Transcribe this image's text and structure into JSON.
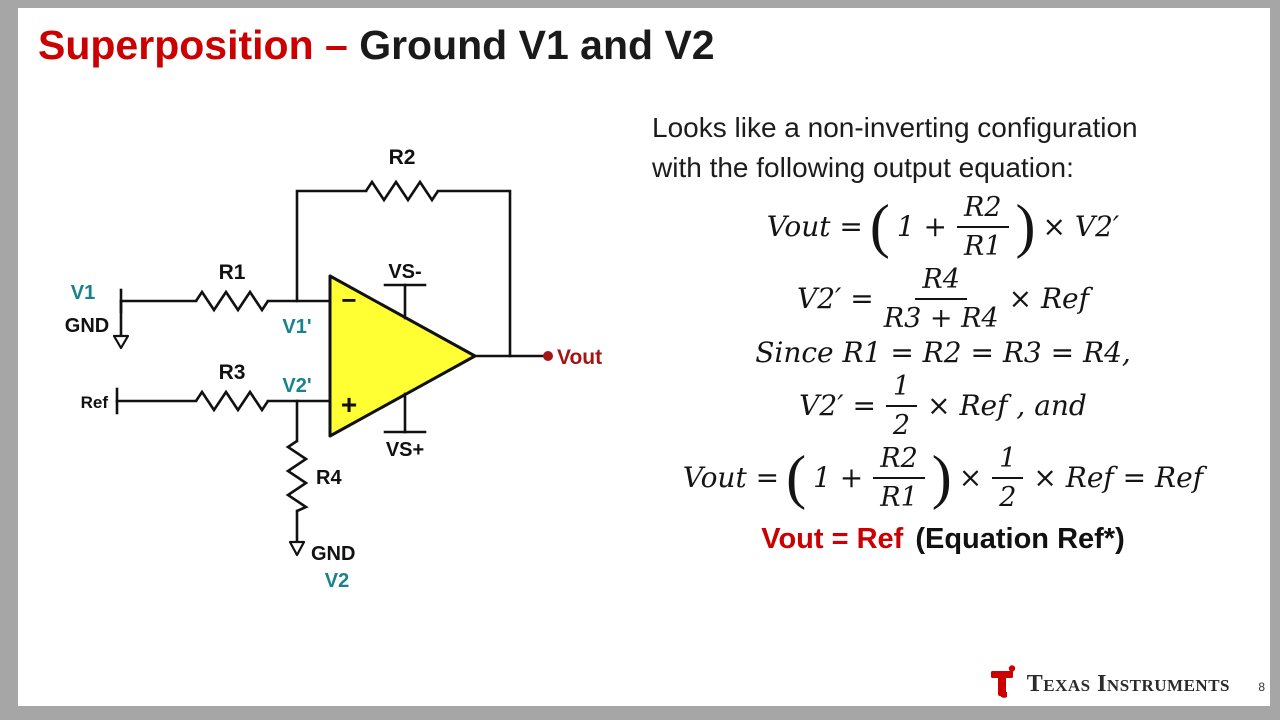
{
  "slide": {
    "title": {
      "red": "Superposition – ",
      "black": "Ground V1 and V2"
    },
    "page_number": "8"
  },
  "colors": {
    "title_red": "#cc0000",
    "conclusion_red": "#cc0000",
    "label_teal": "#17838d",
    "vout_red": "#a31515",
    "opamp_fill": "#ffff33",
    "border_gray": "#a6a6a6"
  },
  "circuit": {
    "r1": "R1",
    "r2": "R2",
    "r3": "R3",
    "r4": "R4",
    "v1": "V1",
    "gnd_top": "GND",
    "ref": "Ref",
    "v1_prime": "V1'",
    "v2_prime": "V2'",
    "vs_minus": "VS-",
    "vs_plus": "VS+",
    "vout": "Vout",
    "gnd_bottom": "GND",
    "v2": "V2",
    "inverting_sign": "−",
    "noninverting_sign": "+"
  },
  "description": {
    "line1": "Looks like a non-inverting configuration",
    "line2": "with the following output equation:"
  },
  "equations": {
    "eq1": {
      "lhs": "Vout =",
      "lparen": "(",
      "one_plus": "1 +",
      "num": "R2",
      "den": "R1",
      "rparen": ")",
      "rhs": "× V2′"
    },
    "eq2": {
      "lhs": "V2′ =",
      "num": "R4",
      "den": "R3 + R4",
      "rhs": "× Ref"
    },
    "eq3": "Since R1 = R2 = R3 = R4,",
    "eq4": {
      "lhs": "V2′ =",
      "num": "1",
      "den": "2",
      "rhs": "× Ref , and"
    },
    "eq5": {
      "lhs": "Vout =",
      "lparen": "(",
      "one_plus": "1 +",
      "num1": "R2",
      "den1": "R1",
      "rparen": ")",
      "times": "×",
      "num2": "1",
      "den2": "2",
      "rhs": "× Ref = Ref"
    }
  },
  "conclusion": {
    "red": "Vout = Ref",
    "black": "(Equation Ref*)"
  },
  "footer": {
    "brand": "Texas Instruments"
  }
}
